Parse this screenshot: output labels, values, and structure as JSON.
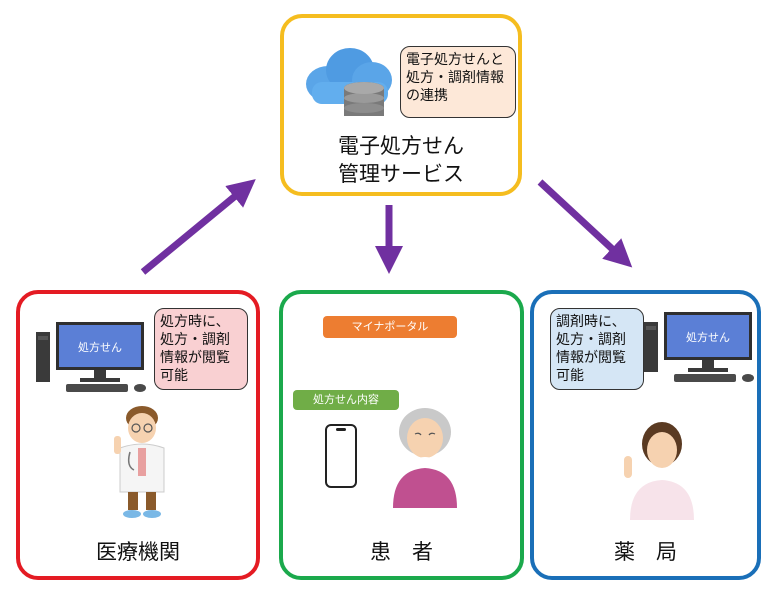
{
  "service": {
    "title_lines": [
      "電子処方せん",
      "管理サービス"
    ],
    "note_lines": [
      "電子処方せんと",
      "処方・調剤情報",
      "の連携"
    ],
    "note_bg": "#fde8d8",
    "border_color": "#f5bd1f"
  },
  "medical": {
    "title": "医療機関",
    "screen_label": "処方せん",
    "note_lines": [
      "処方時に、",
      "処方・調剤",
      "情報が閲覧",
      "可能"
    ],
    "note_bg": "#f9d0d2",
    "border_color": "#e41b23"
  },
  "patient": {
    "title": "患　者",
    "portal_label": "マイナポータル",
    "portal_color": "#ed7d31",
    "content_label": "処方せん内容",
    "content_color": "#70ad47",
    "border_color": "#1ba94c"
  },
  "pharmacy": {
    "title": "薬　局",
    "screen_label": "処方せん",
    "note_lines": [
      "調剤時に、",
      "処方・調剤",
      "情報が閲覧",
      "可能"
    ],
    "note_bg": "#d5e6f5",
    "border_color": "#1a6fb8"
  },
  "arrows": {
    "color": "#7030a0",
    "items": [
      {
        "name": "medical-to-service",
        "direction": "up-right"
      },
      {
        "name": "service-to-patient",
        "direction": "down"
      },
      {
        "name": "service-to-pharmacy",
        "direction": "down-right"
      }
    ]
  }
}
